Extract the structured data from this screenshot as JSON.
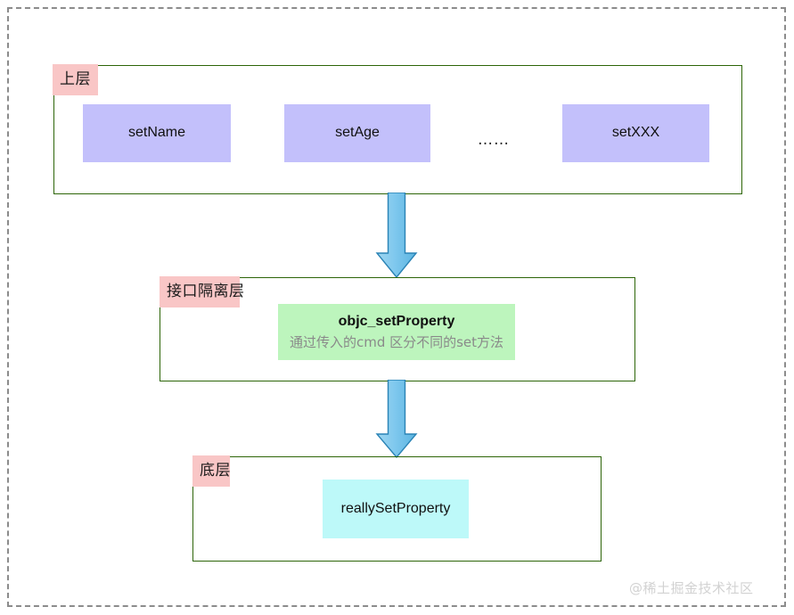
{
  "diagram": {
    "title": "objc_setProperty layered dispatch diagram",
    "colors": {
      "layer_border": "#2d6508",
      "tag_background": "#f9c6c6",
      "upper_node": "#c3c0fb",
      "middle_node": "#bdf5bd",
      "bottom_node": "#bdf9f9",
      "arrow_fill": "#74c2ec",
      "arrow_stroke": "#2a83b5",
      "page_border": "#8c8c8c"
    },
    "layers": [
      {
        "tag": "上层",
        "name": "upper-layer",
        "nodes": [
          {
            "label": "setName"
          },
          {
            "label": "setAge"
          },
          {
            "label": "setXXX"
          }
        ],
        "ellipsis": "……"
      },
      {
        "tag": "接口隔离层",
        "name": "interface-isolation-layer",
        "nodes": [
          {
            "label": "objc_setProperty",
            "sublabel": "通过传入的cmd 区分不同的set方法"
          }
        ]
      },
      {
        "tag": "底层",
        "name": "bottom-layer",
        "nodes": [
          {
            "label": "reallySetProperty"
          }
        ]
      }
    ],
    "arrows": [
      {
        "name": "arrow-upper-to-interface",
        "direction": "down"
      },
      {
        "name": "arrow-interface-to-bottom",
        "direction": "down"
      }
    ]
  },
  "watermark": "@稀土掘金技术社区"
}
